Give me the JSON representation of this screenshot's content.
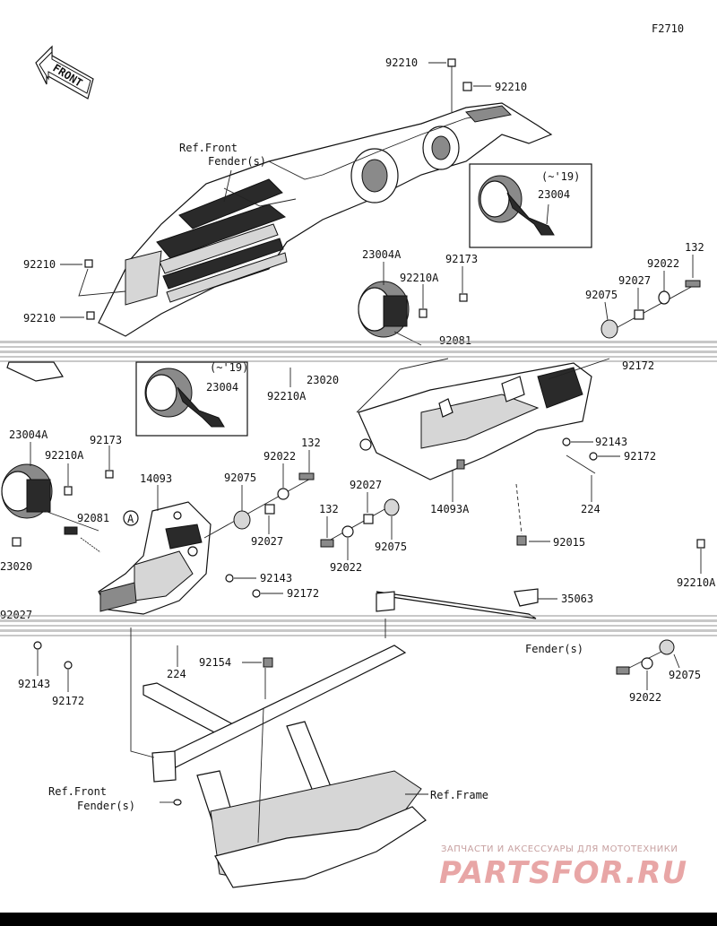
{
  "figure_code": "F2710",
  "direction_arrow": "FRONT",
  "refs": {
    "front_fender_top": [
      "Ref.Front",
      "Fender(s)"
    ],
    "front_fender_bottom": [
      "Ref.Front",
      "Fender(s)"
    ],
    "frame": "Ref.Frame",
    "fender_right": "Fender(s)"
  },
  "callout_A": "A",
  "inset_top": {
    "note": "(~'19)",
    "part": "23004"
  },
  "inset_left": {
    "note": "(~'19)",
    "part": "23004"
  },
  "parts": {
    "p92210_top1": "92210",
    "p92210_top2": "92210",
    "p92210_left1": "92210",
    "p92210_left2": "92210",
    "p23004A_c": "23004A",
    "p92210A_c": "92210A",
    "p92173_c": "92173",
    "p92081_c": "92081",
    "p23020_c": "23020",
    "p92210A_c2": "92210A",
    "p132_r": "132",
    "p92022_r": "92022",
    "p92027_r": "92027",
    "p92075_r": "92075",
    "p92172_r_cut": "92172",
    "p23004A_l": "23004A",
    "p92210A_l": "92210A",
    "p92173_l": "92173",
    "p92081_l": "92081",
    "p23020_l": "23020",
    "pA_l": "A",
    "p14093": "14093",
    "p92075_m": "92075",
    "p92022_m": "92022",
    "p132_m": "132",
    "p92027_m": "92027",
    "p92143_m": "92143",
    "p92172_m": "92172",
    "p92027_cut_l": "92027",
    "p132_c": "132",
    "p92027_c": "92027",
    "p92022_c": "92022",
    "p92075_c": "92075",
    "p14093A": "14093A",
    "p92143_c": "92143",
    "p92172_c": "92172",
    "p224_c": "224",
    "p92015": "92015",
    "p35063": "35063",
    "p92210A_r": "92210A",
    "p224_l": "224",
    "p92154": "92154",
    "p92143_l": "92143",
    "p92172_l": "92172",
    "p92022_r2": "92022",
    "p92075_r2": "92075"
  },
  "watermark": {
    "line1": "ЗАПЧАСТИ И АКСЕССУАРЫ ДЛЯ МОТОТЕХНИКИ",
    "line2": "PARTSFOR.RU"
  }
}
